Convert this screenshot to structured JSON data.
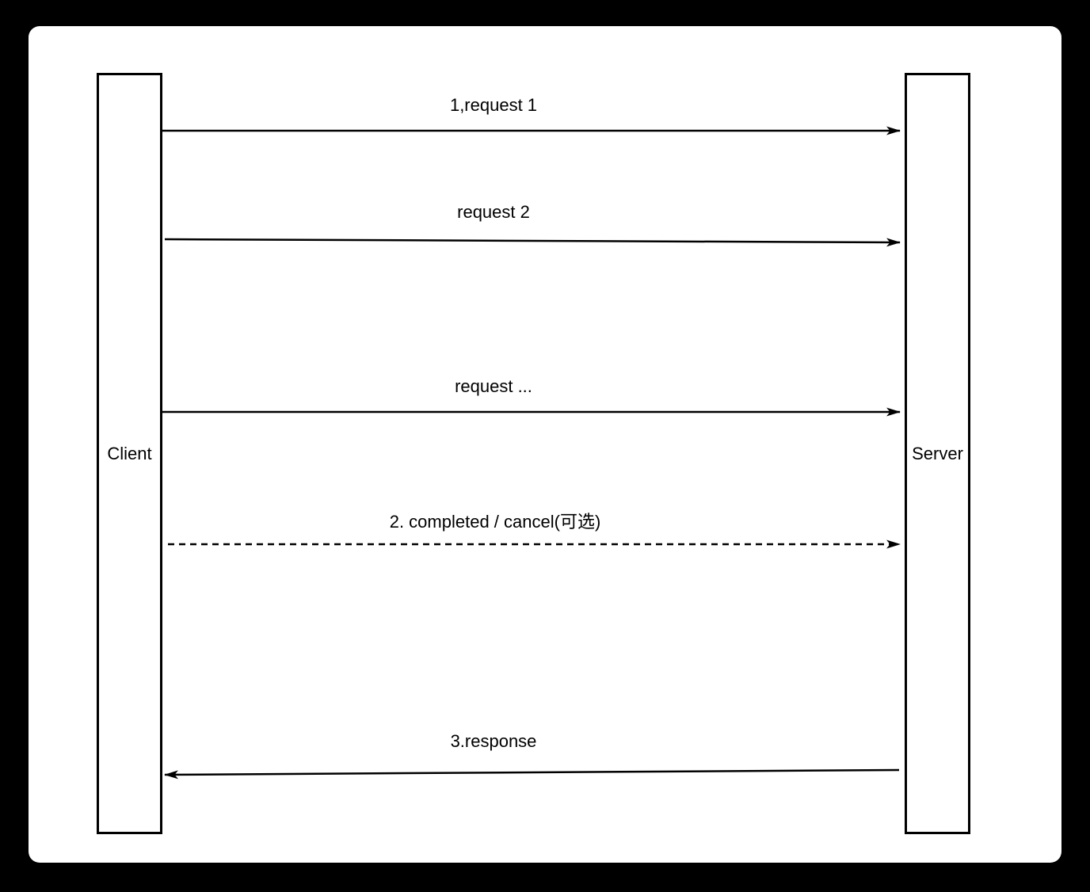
{
  "page": {
    "background_color": "#000000",
    "canvas_color": "#ffffff",
    "stroke_color": "#000000"
  },
  "diagram": {
    "type": "sequence-diagram",
    "participants": [
      {
        "label": "Client"
      },
      {
        "label": "Server"
      }
    ],
    "messages": [
      {
        "label": "1,request 1",
        "from": "Client",
        "to": "Server",
        "line": "solid"
      },
      {
        "label": "request 2",
        "from": "Client",
        "to": "Server",
        "line": "solid"
      },
      {
        "label": "request ...",
        "from": "Client",
        "to": "Server",
        "line": "solid"
      },
      {
        "label": "2. completed / cancel(可选)",
        "from": "Client",
        "to": "Server",
        "line": "dashed"
      },
      {
        "label": "3.response",
        "from": "Server",
        "to": "Client",
        "line": "solid"
      }
    ]
  }
}
